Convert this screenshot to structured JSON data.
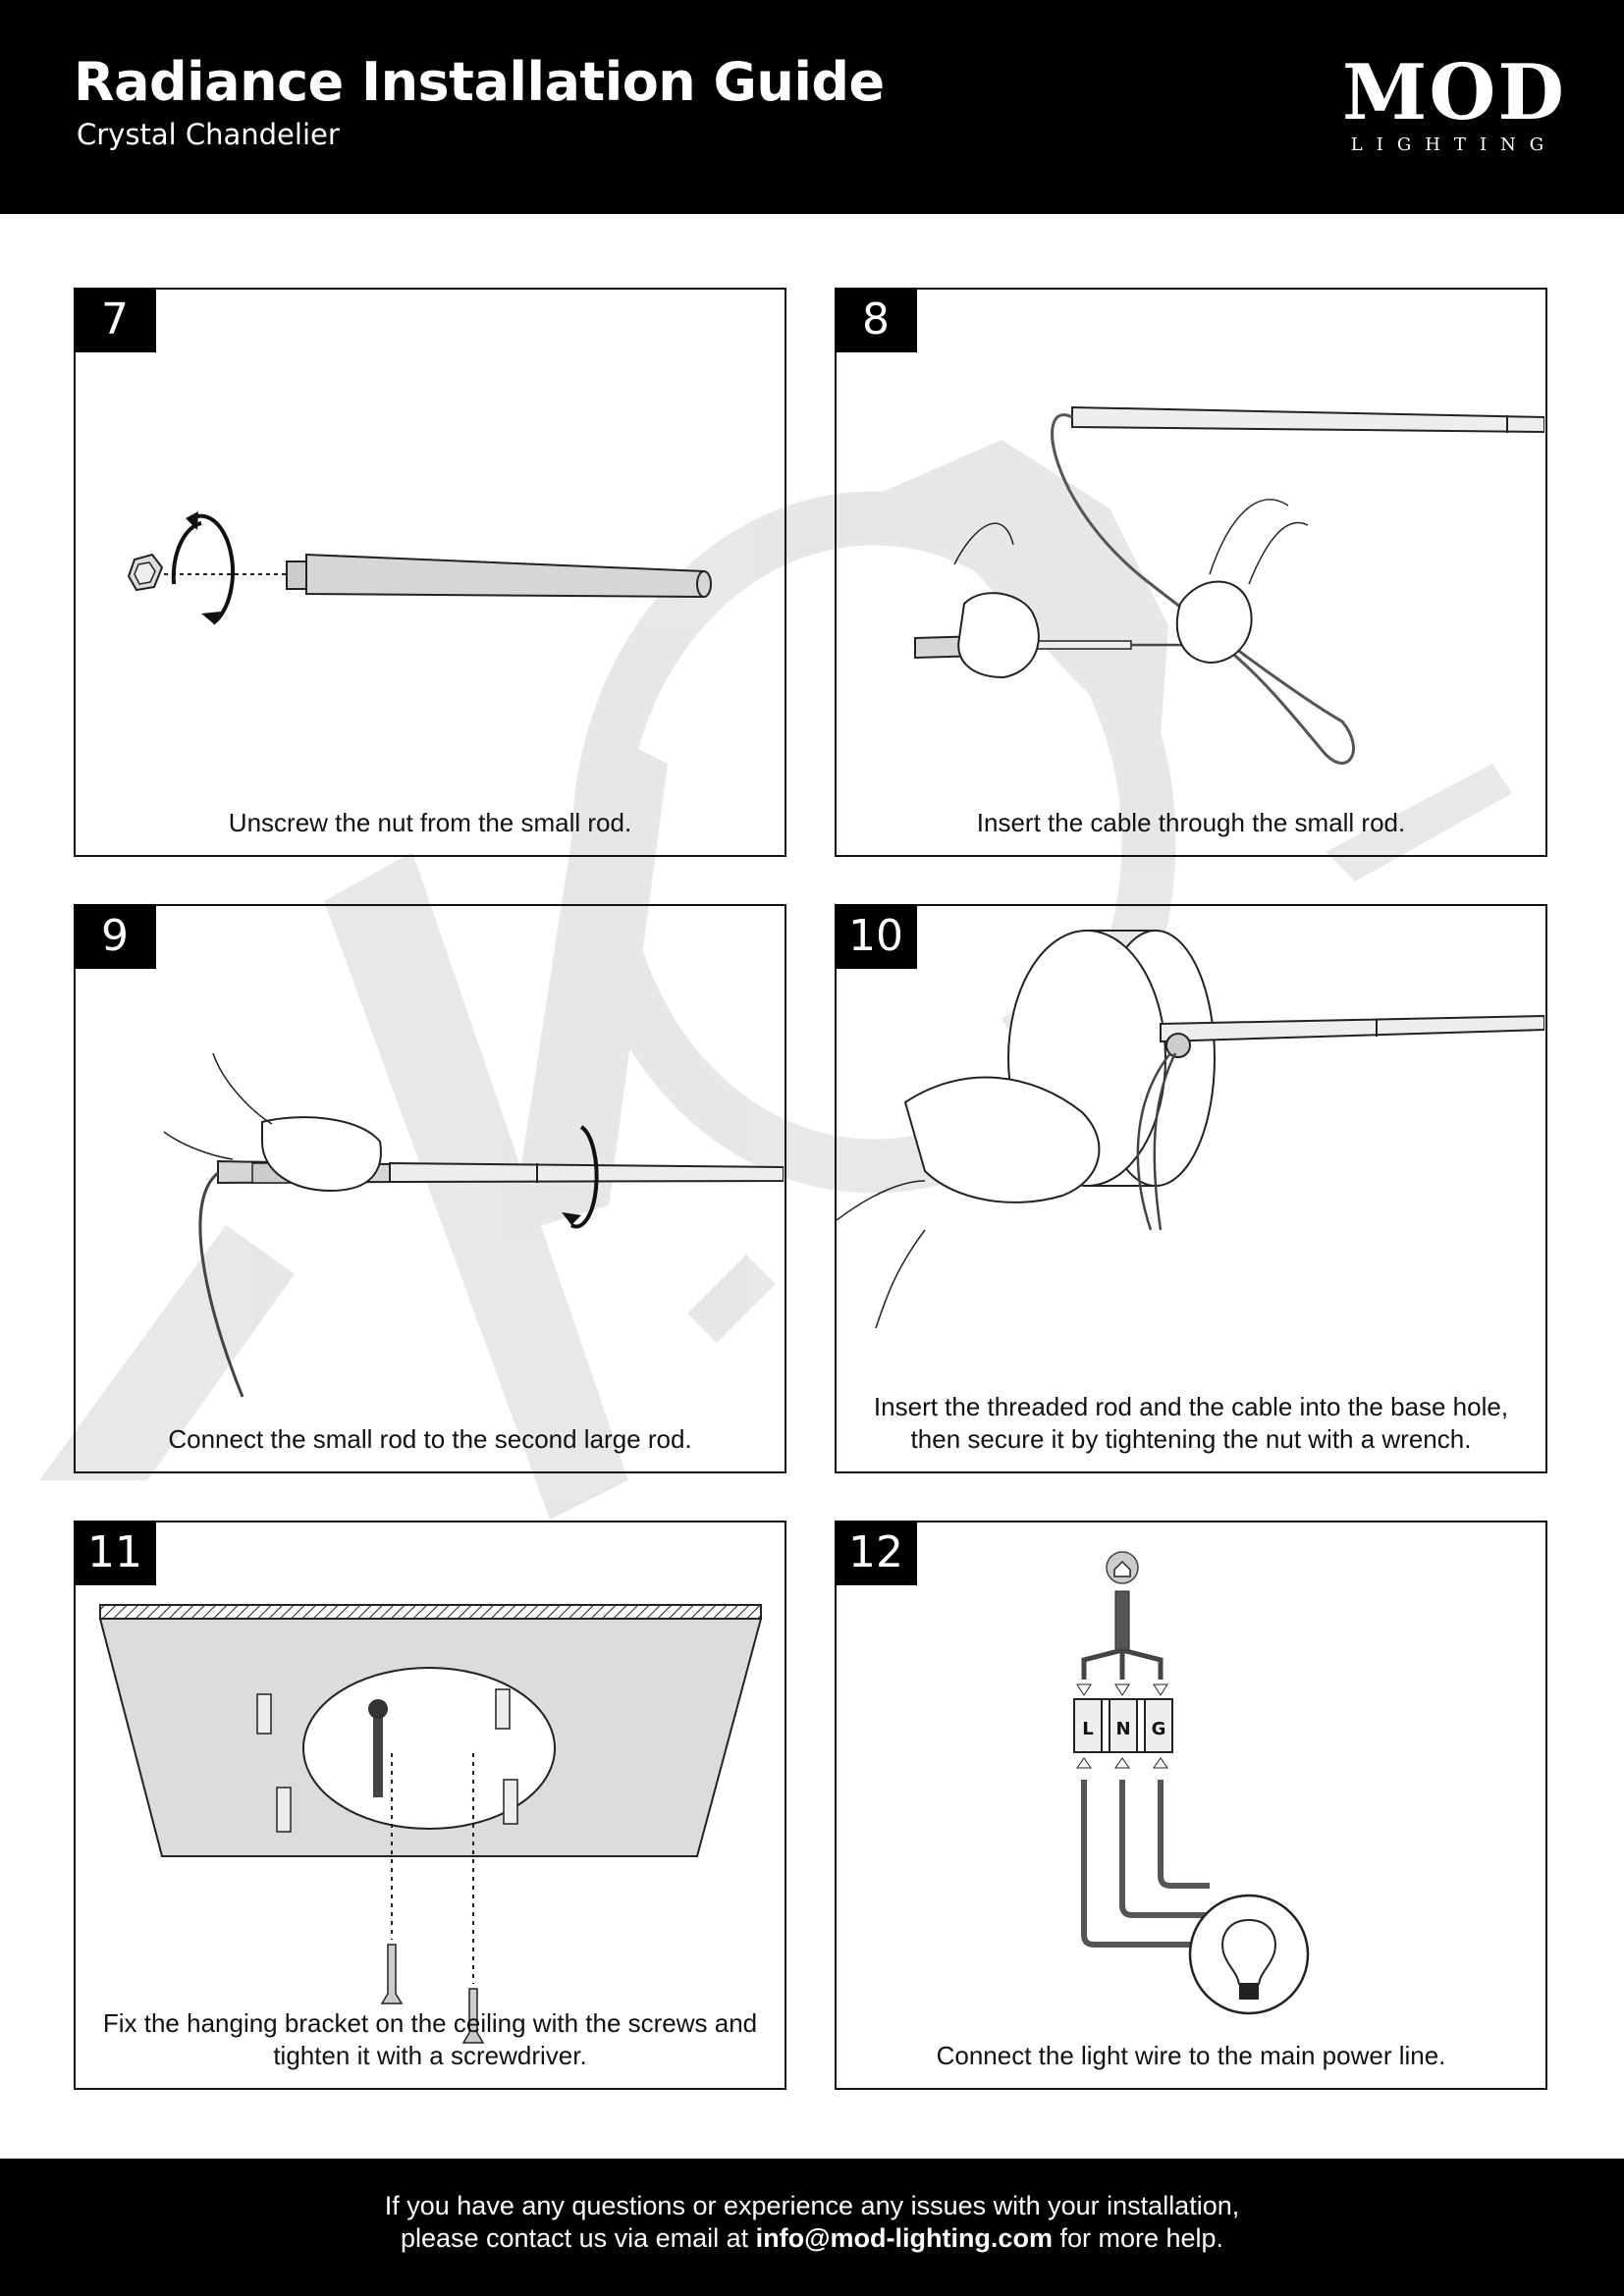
{
  "header": {
    "title": "Radiance Installation Guide",
    "subtitle": "Crystal Chandelier",
    "logo_main": "MOD",
    "logo_sub": "LIGHTING"
  },
  "steps": [
    {
      "number": "7",
      "caption": "Unscrew the nut from the small rod."
    },
    {
      "number": "8",
      "caption": "Insert the cable through the small rod."
    },
    {
      "number": "9",
      "caption": "Connect the small rod to the second large rod."
    },
    {
      "number": "10",
      "caption": "Insert the threaded rod and the cable into the base hole, then secure it by tightening the nut with a wrench."
    },
    {
      "number": "11",
      "caption": "Fix the hanging bracket on the ceiling with the screws and tighten it with a screwdriver."
    },
    {
      "number": "12",
      "caption": "Connect the light wire to the main power line."
    }
  ],
  "wiring_labels": [
    "L",
    "N",
    "G"
  ],
  "footer": {
    "line1": "If you have any questions or experience any issues with your installation,",
    "line2_prefix": "please contact us via email at ",
    "email": "info@mod-lighting.com",
    "line2_suffix": " for more help."
  },
  "colors": {
    "header_bg": "#000000",
    "footer_bg": "#000000",
    "rod_fill": "#d6d6d6",
    "ceiling_fill": "#dcdcdc"
  }
}
